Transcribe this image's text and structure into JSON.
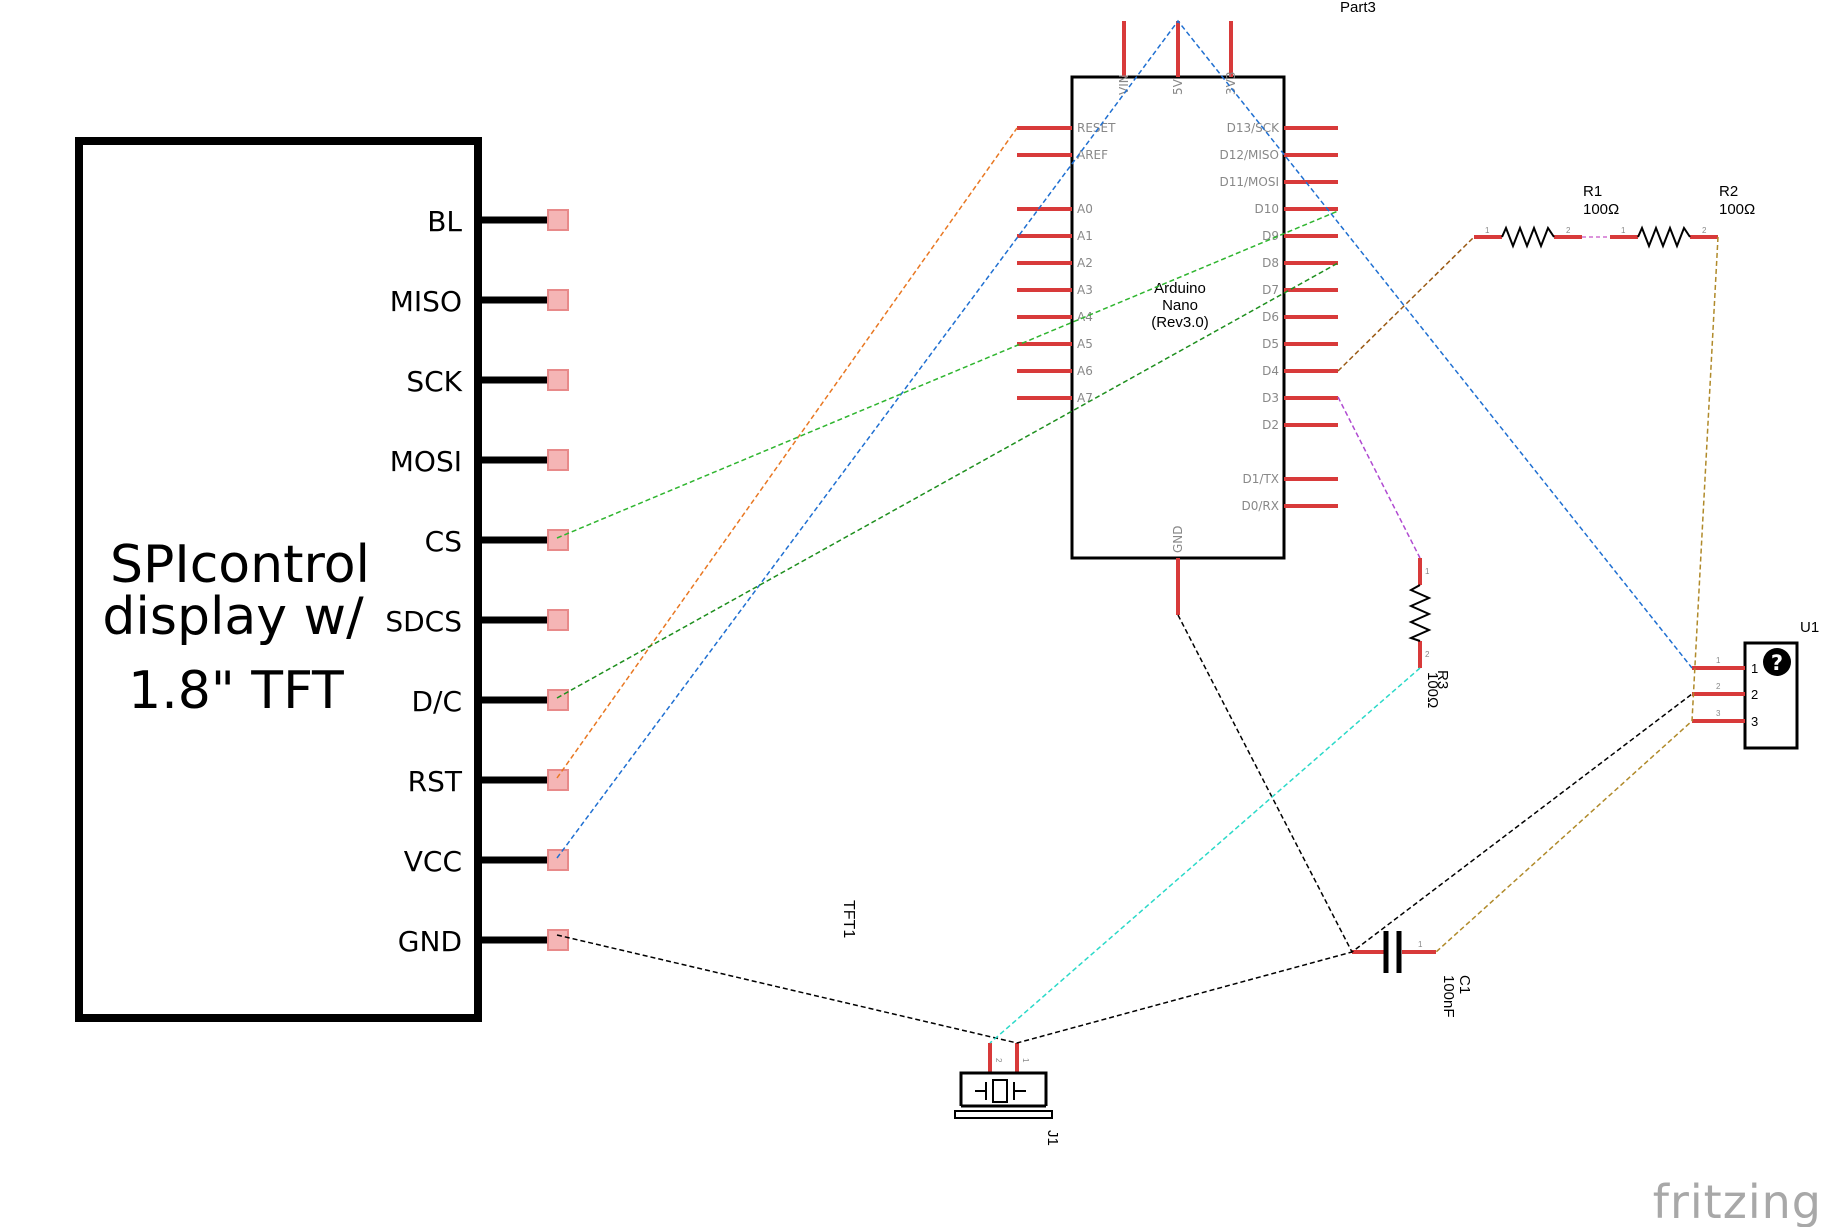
{
  "tft": {
    "title_lines": [
      "SPIcontrol",
      "display w/",
      "1.8\" TFT"
    ],
    "pins": [
      "BL",
      "MISO",
      "SCK",
      "MOSI",
      "CS",
      "SDCS",
      "D/C",
      "RST",
      "VCC",
      "GND"
    ],
    "label": "TFT1"
  },
  "nano": {
    "part_label": "Part3",
    "name_lines": [
      "Arduino",
      "Nano",
      "(Rev3.0)"
    ],
    "top_pins": [
      "VIN",
      "5V",
      "3V3"
    ],
    "left_pins": [
      "RESET",
      "AREF",
      "A0",
      "A1",
      "A2",
      "A3",
      "A4",
      "A5",
      "A6",
      "A7"
    ],
    "right_pins": [
      "D13/SCK",
      "D12/MISO",
      "D11/MOSI",
      "D10",
      "D9",
      "D8",
      "D7",
      "D6",
      "D5",
      "D4",
      "D3",
      "D2",
      "D1/TX",
      "D0/RX"
    ],
    "bottom_pin": "GND"
  },
  "r1": {
    "name": "R1",
    "value": "100Ω",
    "pin1": "1",
    "pin2": "2"
  },
  "r2": {
    "name": "R2",
    "value": "100Ω",
    "pin1": "1",
    "pin2": "2"
  },
  "r3": {
    "name": "R3",
    "value": "100Ω",
    "pin1": "1",
    "pin2": "2"
  },
  "c1": {
    "name": "C1",
    "value": "100nF",
    "pin1": "1"
  },
  "u1": {
    "name": "U1",
    "pins": [
      "1",
      "2",
      "3"
    ],
    "mark": "?"
  },
  "j1": {
    "name": "J1",
    "pin1": "1",
    "pin2": "2"
  },
  "watermark": "fritzing",
  "colors": {
    "pin_red": "#d83a3a",
    "wire_orange": "#e87722",
    "wire_blue": "#1f6fd1",
    "wire_green": "#2fb52f",
    "wire_darkgreen": "#1e8f1e",
    "wire_black": "#000000",
    "wire_cyan": "#2bd9c8",
    "wire_purple": "#b04bd1",
    "wire_brown": "#9a5a14",
    "wire_tan": "#b08a2a"
  }
}
